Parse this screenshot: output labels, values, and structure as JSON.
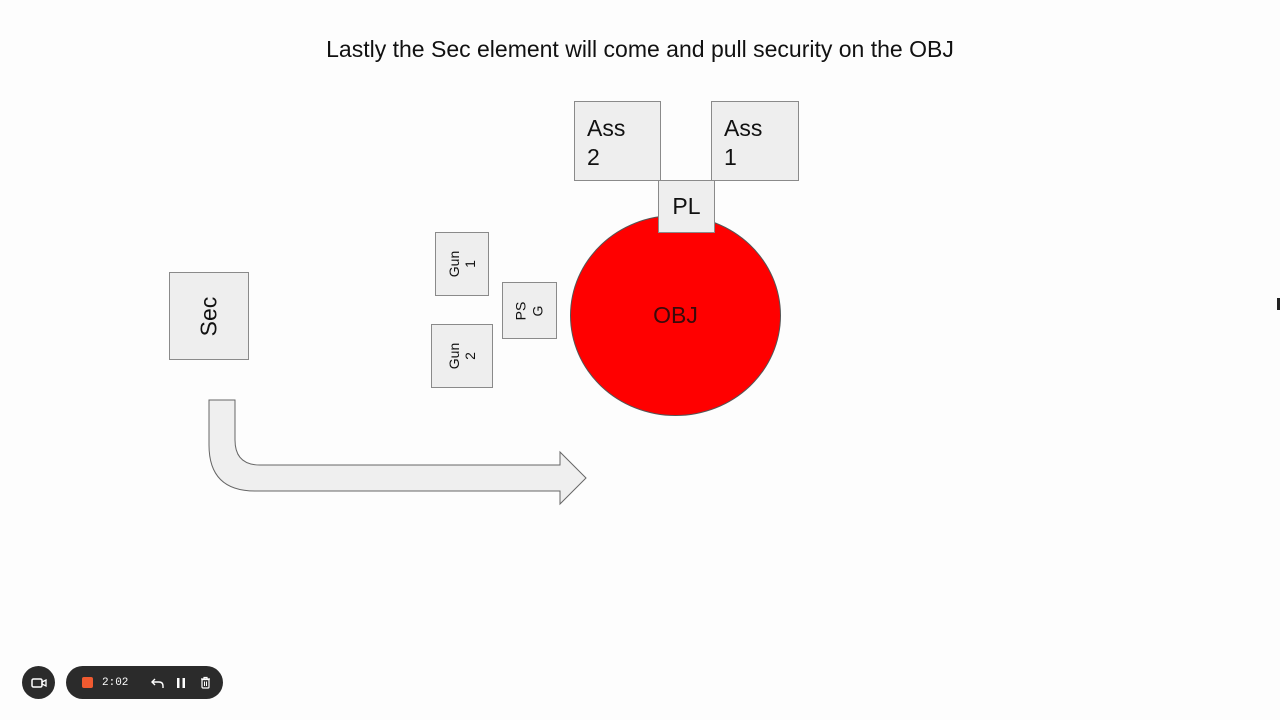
{
  "slide": {
    "title": "Lastly the Sec element will come and pull security on the OBJ"
  },
  "diagram": {
    "objective": "OBJ",
    "elements": {
      "ass2": "Ass\n2",
      "ass1": "Ass\n1",
      "pl": "PL",
      "gun1": "Gun\n1",
      "psg": "PS\nG",
      "gun2": "Gun\n2",
      "sec": "Sec"
    },
    "colors": {
      "objective_fill": "#ff0000",
      "box_fill": "#eeeeee",
      "arrow_fill": "#efefef"
    }
  },
  "recorder": {
    "timer": "2:02",
    "icons": [
      "camera-icon",
      "stop-icon",
      "undo-icon",
      "pause-icon",
      "trash-icon"
    ]
  }
}
